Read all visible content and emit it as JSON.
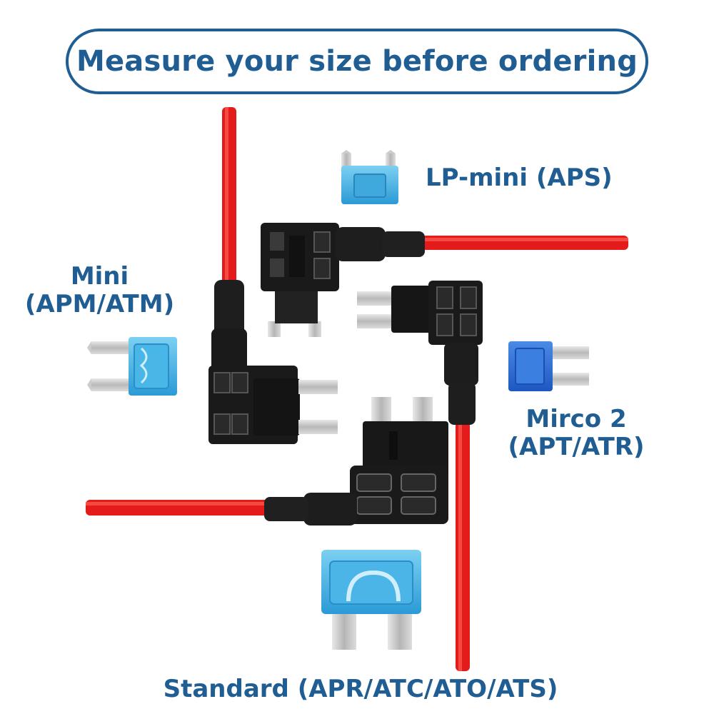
{
  "banner": {
    "text": "Measure your size before ordering"
  },
  "labels": {
    "lp_mini": "LP-mini (APS)",
    "mini_line1": "Mini",
    "mini_line2": "(APM/ATM)",
    "micro2_line1": "Mirco 2",
    "micro2_line2": "(APT/ATR)",
    "standard": "Standard (APR/ATC/ATO/ATS)"
  },
  "colors": {
    "brand_blue": "#1f5d93",
    "wire_red": "#e31b1b",
    "holder_black": "#1a1a1a",
    "fuse_blue_light": "#5ab8e6",
    "fuse_blue_dark": "#2a6fd1",
    "metal": "#c9c9c9"
  }
}
